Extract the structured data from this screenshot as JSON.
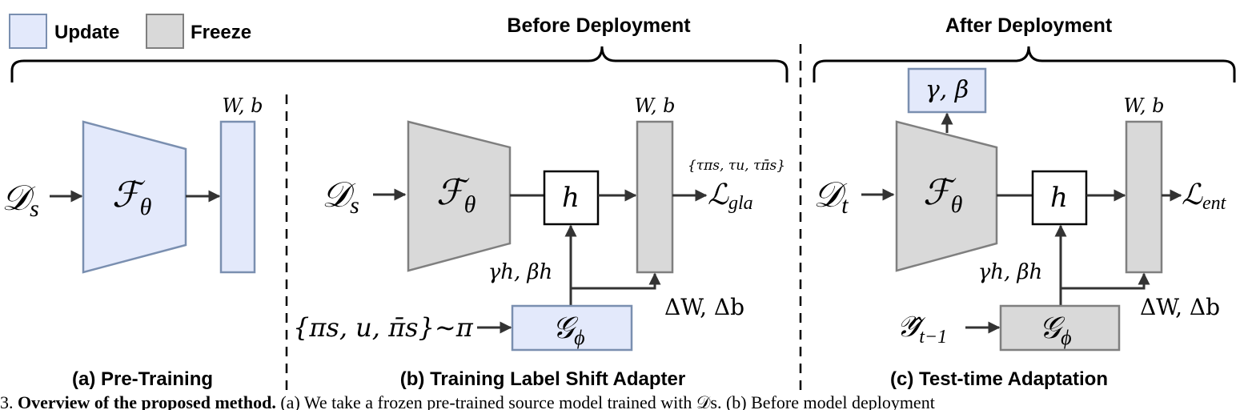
{
  "legend": {
    "update_label": "Update",
    "freeze_label": "Freeze",
    "update_color": "#e3e9fb",
    "update_border": "#7a8fb0",
    "freeze_color": "#d9d9d9",
    "freeze_border": "#7f7f7f"
  },
  "phases": {
    "before": "Before Deployment",
    "after": "After Deployment"
  },
  "panels": {
    "a": {
      "input": "𝒟",
      "input_sub": "s",
      "encoder": "ℱ",
      "encoder_sub": "θ",
      "classifier_label": "W, b",
      "title": "(a) Pre-Training"
    },
    "b": {
      "input": "𝒟",
      "input_sub": "s",
      "encoder": "ℱ",
      "encoder_sub": "θ",
      "h_label": "h",
      "classifier_label": "W, b",
      "temps": "{τπs, τu, τπ̄s}",
      "loss": "ℒ",
      "loss_sub": "gla",
      "gamma_beta": "γh, βh",
      "delta": "ΔW, Δb",
      "prior_input": "{πs, u, π̄s}∼π",
      "generator": "𝒢",
      "generator_sub": "ϕ",
      "title": "(b) Training Label Shift Adapter"
    },
    "c": {
      "input": "𝒟",
      "input_sub": "t",
      "encoder": "ℱ",
      "encoder_sub": "θ",
      "bn_params": "γ, β",
      "h_label": "h",
      "classifier_label": "W, b",
      "loss": "ℒ",
      "loss_sub": "ent",
      "gamma_beta": "γh, βh",
      "delta": "ΔW, Δb",
      "prior_input": "𝒴̂",
      "prior_sub": "t−1",
      "generator": "𝒢",
      "generator_sub": "ϕ",
      "title": "(c) Test-time Adaptation"
    }
  },
  "caption": {
    "prefix": "3. ",
    "bold": "Overview of the proposed method.",
    "rest": " (a) We take a frozen pre-trained source model trained with 𝒟s. (b) Before model deployment"
  }
}
